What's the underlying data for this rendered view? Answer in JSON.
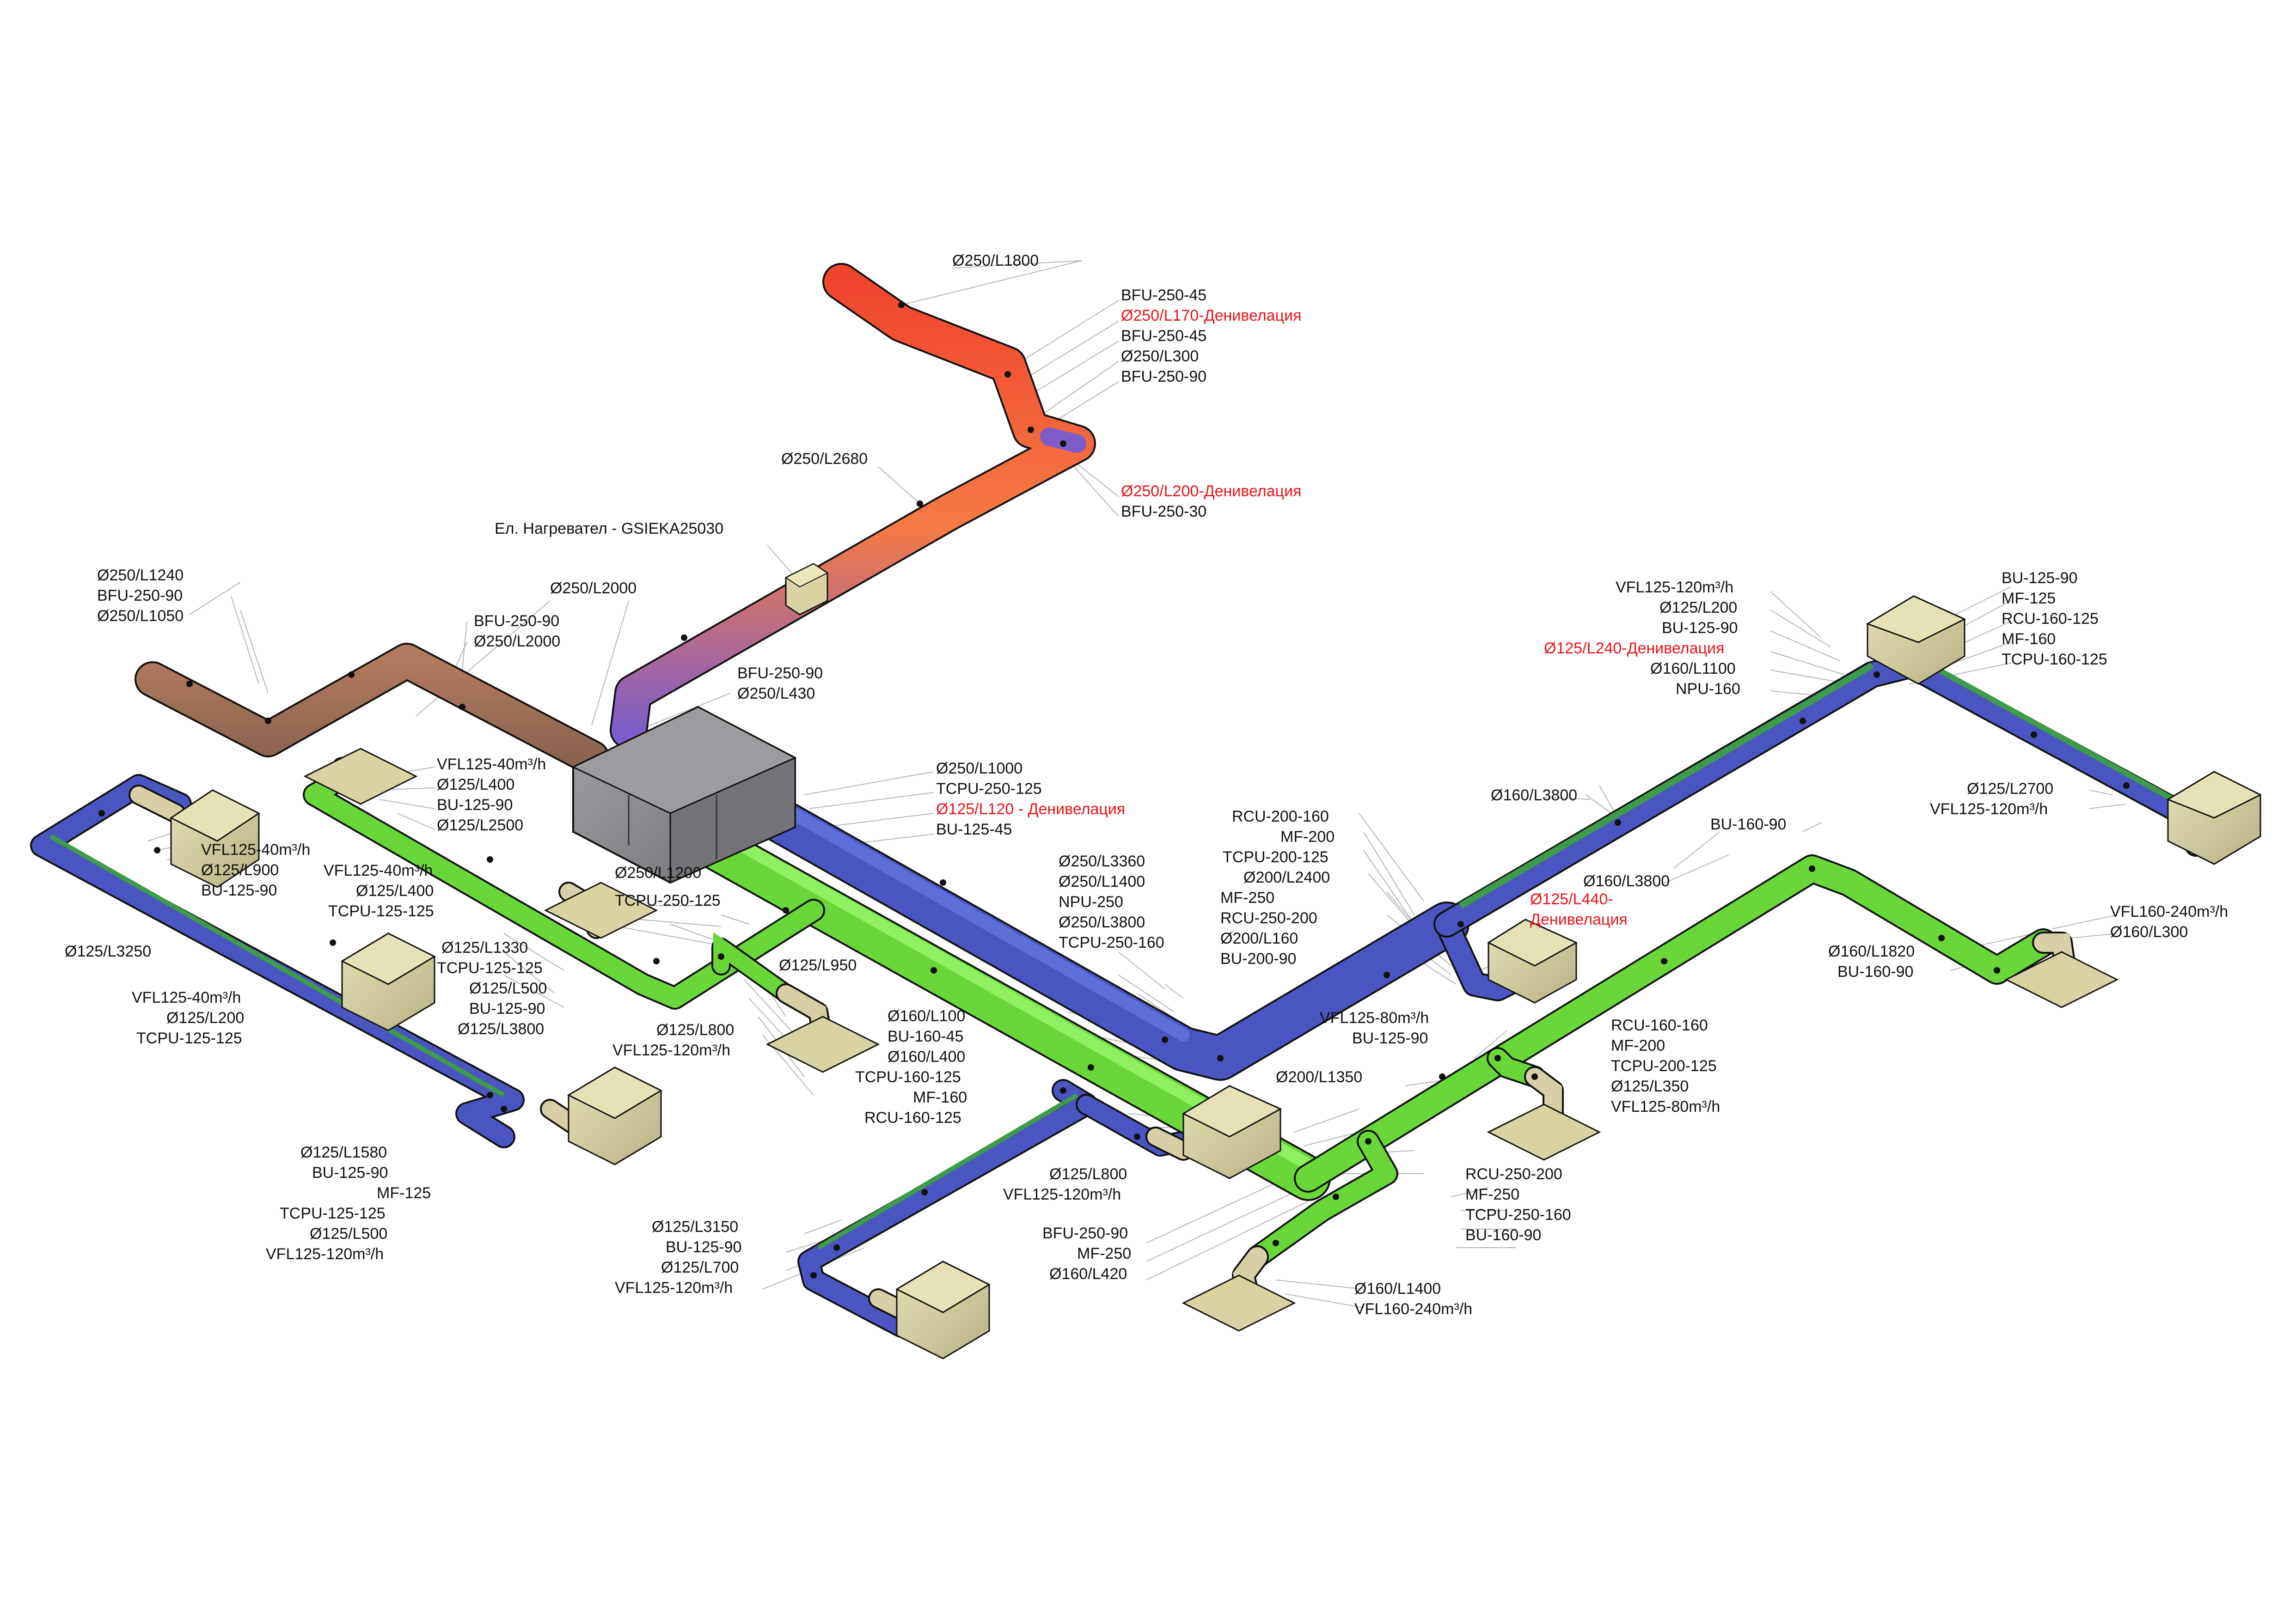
{
  "colors": {
    "exhaust": "#7d5ec9",
    "outdoor": "#9b6b52",
    "supply": "#69d73a",
    "extract": "#4a55c2",
    "hot": "#f2603a",
    "device": "#d9d3a4",
    "unit": "#8a8a8e",
    "flex": "#d8cfa6"
  },
  "labels": {
    "l001": "Ø250/L1800",
    "l002": "BFU-250-45",
    "l003": "Ø250/L170-Денивелация",
    "l004": "BFU-250-45",
    "l005": "Ø250/L300",
    "l006": "BFU-250-90",
    "l007": "Ø250/L2680",
    "l008": "Ø250/L200-Денивелация",
    "l009": "BFU-250-30",
    "l010": "Ел. Нагревател - GSIEKA25030",
    "l011": "Ø250/L1240",
    "l012": "BFU-250-90",
    "l013": "Ø250/L1050",
    "l014": "Ø250/L2000",
    "l015": "BFU-250-90",
    "l016": "Ø250/L2000",
    "l017": "BFU-250-90",
    "l018": "Ø250/L430",
    "l019": "VFL125-40m³/h",
    "l020": "Ø125/L400",
    "l021": "BU-125-90",
    "l022": "Ø125/L2500",
    "l023": "Ø250/L1000",
    "l024": "TCPU-250-125",
    "l025": "Ø125/L120 - Денивелация",
    "l026": "BU-125-45",
    "l027": "VFL125-40m³/h",
    "l028": "Ø125/L900",
    "l029": "BU-125-90",
    "l030": "VFL125-40m³/h",
    "l031": "Ø125/L400",
    "l032": "TCPU-125-125",
    "l033": "Ø250/L1200",
    "l034": "TCPU-250-125",
    "l035": "Ø250/L3360",
    "l036": "Ø250/L1400",
    "l037": "NPU-250",
    "l038": "Ø250/L3800",
    "l039": "TCPU-250-160",
    "l040": "Ø125/L3250",
    "l041": "Ø125/L1330",
    "l042": "TCPU-125-125",
    "l043": "Ø125/L500",
    "l044": "BU-125-90",
    "l045": "Ø125/L3800",
    "l046": "Ø125/L950",
    "l047": "VFL125-40m³/h",
    "l048": "Ø125/L200",
    "l049": "TCPU-125-125",
    "l050": "Ø125/L800",
    "l051": "VFL125-120m³/h",
    "l052": "Ø160/L100",
    "l053": "BU-160-45",
    "l054": "Ø160/L400",
    "l055": "TCPU-160-125",
    "l056": "MF-160",
    "l057": "RCU-160-125",
    "l058": "RCU-200-160",
    "l059": "MF-200",
    "l060": "TCPU-200-125",
    "l061": "Ø200/L2400",
    "l062": "MF-250",
    "l063": "RCU-250-200",
    "l064": "Ø200/L160",
    "l065": "BU-200-90",
    "l066": "Ø160/L3800",
    "l067": "VFL125-120m³/h",
    "l068": "Ø125/L200",
    "l069": "BU-125-90",
    "l070": "Ø125/L240-Денивелация",
    "l071": "Ø160/L1100",
    "l072": "NPU-160",
    "l073": "BU-125-90",
    "l074": "MF-125",
    "l075": "RCU-160-125",
    "l076": "MF-160",
    "l077": "TCPU-160-125",
    "l078": "Ø125/L2700",
    "l079": "VFL125-120m³/h",
    "l080": "BU-160-90",
    "l081": "Ø160/L3800",
    "l082": "Ø125/L440-",
    "l083": "Денивелация",
    "l084": "VFL160-240m³/h",
    "l085": "Ø160/L300",
    "l086": "Ø160/L1820",
    "l087": "BU-160-90",
    "l088": "VFL125-80m³/h",
    "l089": "BU-125-90",
    "l090": "RCU-160-160",
    "l091": "MF-200",
    "l092": "TCPU-200-125",
    "l093": "Ø125/L350",
    "l094": "VFL125-80m³/h",
    "l095": "Ø200/L1350",
    "l096": "Ø125/L1580",
    "l097": "BU-125-90",
    "l098": "MF-125",
    "l099": "TCPU-125-125",
    "l100": "Ø125/L500",
    "l101": "VFL125-120m³/h",
    "l102": "Ø125/L800",
    "l103": "VFL125-120m³/h",
    "l104": "RCU-250-200",
    "l105": "MF-250",
    "l106": "TCPU-250-160",
    "l107": "BU-160-90",
    "l108": "Ø125/L3150",
    "l109": "BU-125-90",
    "l110": "Ø125/L700",
    "l111": "VFL125-120m³/h",
    "l112": "BFU-250-90",
    "l113": "MF-250",
    "l114": "Ø160/L420",
    "l115": "Ø160/L1400",
    "l116": "VFL160-240m³/h"
  }
}
